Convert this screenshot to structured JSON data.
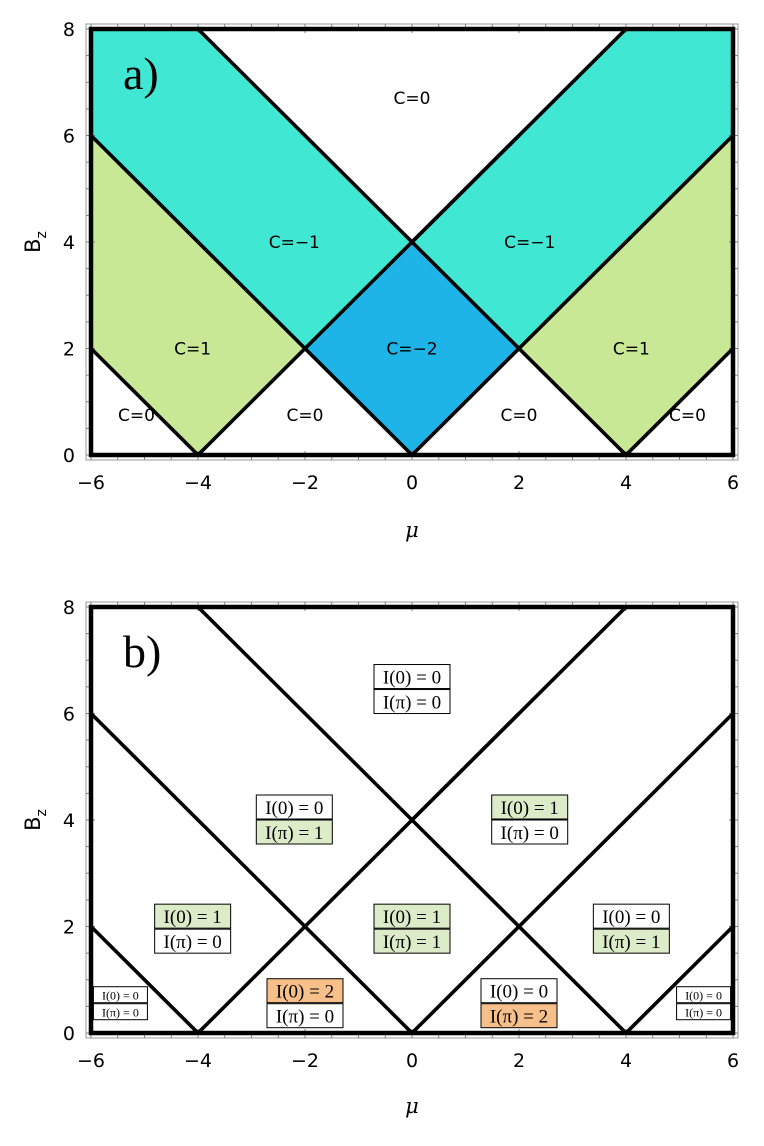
{
  "colors": {
    "teal": "#40e8d4",
    "green": "#c8e896",
    "blue": "#1fb4e8",
    "label_green": "#dcebc8",
    "label_orange": "#f7c08a",
    "line": "#000000"
  },
  "chart_data": [
    {
      "type": "area",
      "panel_label": "a)",
      "xlabel": "μ",
      "ylabel": "B",
      "ylabel_sub": "z",
      "xlim": [
        -6,
        6
      ],
      "ylim": [
        0,
        8
      ],
      "xticks": [
        "−6",
        "−4",
        "−2",
        "0",
        "2",
        "4",
        "6"
      ],
      "yticks": [
        "0",
        "2",
        "4",
        "6",
        "8"
      ],
      "xtick_values": [
        -6,
        -4,
        -2,
        0,
        2,
        4,
        6
      ],
      "ytick_values": [
        0,
        2,
        4,
        6,
        8
      ],
      "boundary_lines": [
        [
          [
            -6,
            2
          ],
          [
            -4,
            0
          ]
        ],
        [
          [
            -6,
            6
          ],
          [
            0,
            0
          ]
        ],
        [
          [
            -4,
            8
          ],
          [
            4,
            0
          ]
        ],
        [
          [
            0,
            4
          ],
          [
            4,
            8
          ]
        ],
        [
          [
            -4,
            0
          ],
          [
            2,
            6
          ]
        ],
        [
          [
            0,
            0
          ],
          [
            6,
            6
          ]
        ],
        [
          [
            4,
            0
          ],
          [
            6,
            2
          ]
        ]
      ],
      "regions": [
        {
          "label": "C=0",
          "x": 0,
          "y": 6.7,
          "color": "none",
          "polygon": [
            [
              -4,
              8
            ],
            [
              4,
              8
            ],
            [
              0,
              4
            ]
          ]
        },
        {
          "label": "C=−1",
          "x": -2.2,
          "y": 4.0,
          "color": "teal",
          "polygon": [
            [
              -6,
              8
            ],
            [
              -4,
              8
            ],
            [
              0,
              4
            ],
            [
              -2,
              2
            ],
            [
              -6,
              6
            ]
          ]
        },
        {
          "label": "C=−1",
          "x": 2.2,
          "y": 4.0,
          "color": "teal",
          "polygon": [
            [
              4,
              8
            ],
            [
              6,
              8
            ],
            [
              6,
              6
            ],
            [
              2,
              2
            ],
            [
              0,
              4
            ]
          ]
        },
        {
          "label": "C=1",
          "x": -4.1,
          "y": 2.0,
          "color": "green",
          "polygon": [
            [
              -6,
              6
            ],
            [
              -2,
              2
            ],
            [
              -4,
              0
            ],
            [
              -6,
              2
            ]
          ]
        },
        {
          "label": "C=1",
          "x": 4.1,
          "y": 2.0,
          "color": "green",
          "polygon": [
            [
              6,
              6
            ],
            [
              6,
              2
            ],
            [
              4,
              0
            ],
            [
              2,
              2
            ]
          ]
        },
        {
          "label": "C=−2",
          "x": 0,
          "y": 2.0,
          "color": "blue",
          "polygon": [
            [
              0,
              4
            ],
            [
              2,
              2
            ],
            [
              0,
              0
            ],
            [
              -2,
              2
            ]
          ]
        },
        {
          "label": "C=0",
          "x": -5.15,
          "y": 0.75,
          "color": "none",
          "polygon": [
            [
              -6,
              2
            ],
            [
              -4,
              0
            ],
            [
              -6,
              0
            ]
          ]
        },
        {
          "label": "C=0",
          "x": -2.0,
          "y": 0.75,
          "color": "none",
          "polygon": [
            [
              -4,
              0
            ],
            [
              -2,
              2
            ],
            [
              0,
              0
            ]
          ]
        },
        {
          "label": "C=0",
          "x": 2.0,
          "y": 0.75,
          "color": "none",
          "polygon": [
            [
              0,
              0
            ],
            [
              2,
              2
            ],
            [
              4,
              0
            ]
          ]
        },
        {
          "label": "C=0",
          "x": 5.15,
          "y": 0.75,
          "color": "none",
          "polygon": [
            [
              4,
              0
            ],
            [
              6,
              2
            ],
            [
              6,
              0
            ]
          ]
        }
      ]
    },
    {
      "type": "area",
      "panel_label": "b)",
      "xlabel": "μ",
      "ylabel": "B",
      "ylabel_sub": "z",
      "xlim": [
        -6,
        6
      ],
      "ylim": [
        0,
        8
      ],
      "xticks": [
        "−6",
        "−4",
        "−2",
        "0",
        "2",
        "4",
        "6"
      ],
      "yticks": [
        "0",
        "2",
        "4",
        "6",
        "8"
      ],
      "xtick_values": [
        -6,
        -4,
        -2,
        0,
        2,
        4,
        6
      ],
      "ytick_values": [
        0,
        2,
        4,
        6,
        8
      ],
      "boundary_lines": [
        [
          [
            -6,
            2
          ],
          [
            -4,
            0
          ]
        ],
        [
          [
            -6,
            6
          ],
          [
            0,
            0
          ]
        ],
        [
          [
            -4,
            8
          ],
          [
            4,
            0
          ]
        ],
        [
          [
            0,
            4
          ],
          [
            4,
            8
          ]
        ],
        [
          [
            -4,
            0
          ],
          [
            2,
            6
          ]
        ],
        [
          [
            0,
            0
          ],
          [
            6,
            6
          ]
        ],
        [
          [
            4,
            0
          ],
          [
            6,
            2
          ]
        ]
      ],
      "regions": [
        {
          "x": 0,
          "y": 6.45,
          "small": false,
          "lines": [
            {
              "text": "I(0) = 0",
              "hl": "none"
            },
            {
              "text": "I(π) = 0",
              "hl": "none"
            }
          ]
        },
        {
          "x": -2.2,
          "y": 4.0,
          "small": false,
          "lines": [
            {
              "text": "I(0) = 0",
              "hl": "none"
            },
            {
              "text": "I(π) = 1",
              "hl": "label_green"
            }
          ]
        },
        {
          "x": 2.2,
          "y": 4.0,
          "small": false,
          "lines": [
            {
              "text": "I(0) = 1",
              "hl": "label_green"
            },
            {
              "text": "I(π) = 0",
              "hl": "none"
            }
          ]
        },
        {
          "x": -4.1,
          "y": 1.95,
          "small": false,
          "lines": [
            {
              "text": "I(0) = 1",
              "hl": "label_green"
            },
            {
              "text": "I(π) = 0",
              "hl": "none"
            }
          ]
        },
        {
          "x": 0,
          "y": 1.95,
          "small": false,
          "lines": [
            {
              "text": "I(0) = 1",
              "hl": "label_green"
            },
            {
              "text": "I(π) = 1",
              "hl": "label_green"
            }
          ]
        },
        {
          "x": 4.1,
          "y": 1.95,
          "small": false,
          "lines": [
            {
              "text": "I(0) = 0",
              "hl": "none"
            },
            {
              "text": "I(π) = 1",
              "hl": "label_green"
            }
          ]
        },
        {
          "x": -2.0,
          "y": 0.55,
          "small": false,
          "lines": [
            {
              "text": "I(0) = 2",
              "hl": "label_orange"
            },
            {
              "text": "I(π) = 0",
              "hl": "none"
            }
          ]
        },
        {
          "x": 2.0,
          "y": 0.55,
          "small": false,
          "lines": [
            {
              "text": "I(0) = 0",
              "hl": "none"
            },
            {
              "text": "I(π) = 2",
              "hl": "label_orange"
            }
          ]
        },
        {
          "x": -5.45,
          "y": 0.55,
          "small": true,
          "lines": [
            {
              "text": "I(0) = 0",
              "hl": "none"
            },
            {
              "text": "I(π) = 0",
              "hl": "none"
            }
          ]
        },
        {
          "x": 5.45,
          "y": 0.55,
          "small": true,
          "lines": [
            {
              "text": "I(0) = 0",
              "hl": "none"
            },
            {
              "text": "I(π) = 0",
              "hl": "none"
            }
          ]
        }
      ]
    }
  ]
}
